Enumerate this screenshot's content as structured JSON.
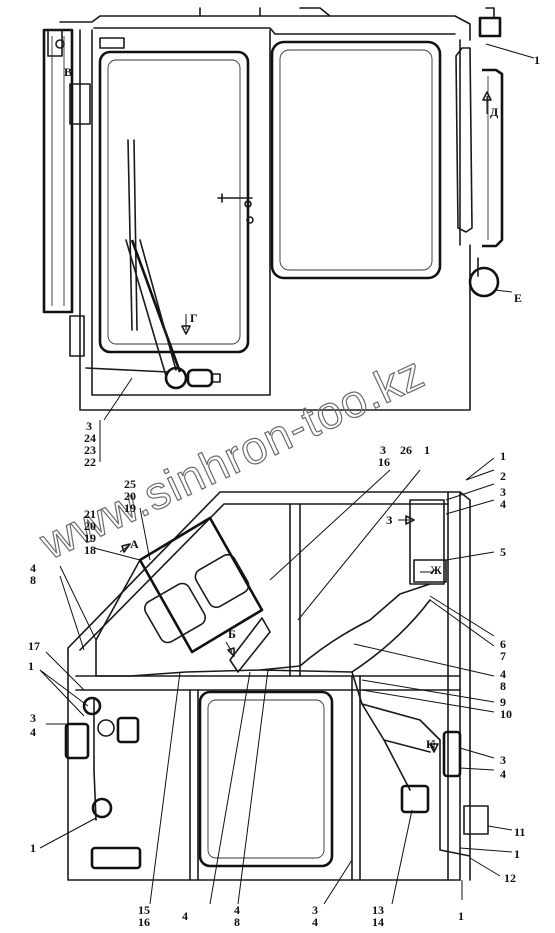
{
  "watermark": "www.sinhron-too.kz",
  "view_letters": {
    "v": "В",
    "d": "Д",
    "e": "Е",
    "g": "Г",
    "a": "А",
    "b": "Б",
    "zh": "Ж",
    "z": "З",
    "k": "К"
  },
  "callouts": {
    "top_right_1": "1",
    "group_3_24_23_22": [
      "3",
      "24",
      "23",
      "22"
    ],
    "group_3_16": [
      "3",
      "16"
    ],
    "label_26": "26",
    "label_1_mid": "1",
    "group_25_20_19": [
      "25",
      "20",
      "19"
    ],
    "group_21_20_19_18": [
      "21",
      "20",
      "19",
      "18"
    ],
    "group_4_8_left": [
      "4",
      "8"
    ],
    "label_17": "17",
    "label_1_left_a": "1",
    "group_3_4_left": [
      "3",
      "4"
    ],
    "label_1_left_b": "1",
    "label_1_right": "1",
    "label_2": "2",
    "group_3_4_right_top": [
      "3",
      "4"
    ],
    "label_5": "5",
    "group_6_7": [
      "6",
      "7"
    ],
    "group_4_8_right": [
      "4",
      "8"
    ],
    "group_9_10": [
      "9",
      "10"
    ],
    "group_3_4_right_mid": [
      "3",
      "4"
    ],
    "label_11": "11",
    "label_1_right_low": "1",
    "label_12": "12",
    "group_15_16": [
      "15",
      "16"
    ],
    "label_4_bottom": "4",
    "group_4_8_bottom": [
      "4",
      "8"
    ],
    "group_3_4_bottom": [
      "3",
      "4"
    ],
    "group_13_14": [
      "13",
      "14"
    ],
    "label_1_bottom": "1"
  }
}
